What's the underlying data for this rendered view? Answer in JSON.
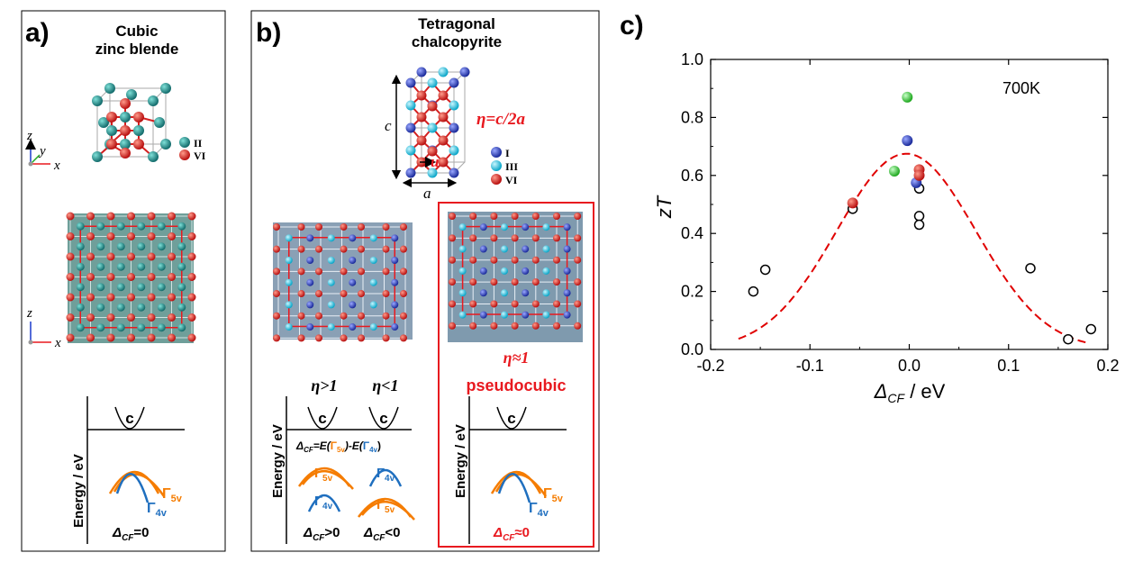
{
  "panels": {
    "a": {
      "label": "a)",
      "title_line1": "Cubic",
      "title_line2": "zinc blende",
      "legend": [
        "II",
        "VI"
      ],
      "axes_top": {
        "z": "z",
        "y": "y",
        "x": "x"
      },
      "axes_bottom": {
        "z": "z",
        "x": "x"
      },
      "energy_label": "Energy / eV",
      "cb_label": "c",
      "g5": "Γ",
      "g5_sub": "5v",
      "g4": "Γ",
      "g4_sub": "4v",
      "delta_text": "Δ",
      "delta_sub": "CF",
      "delta_rest": "=0"
    },
    "b": {
      "label": "b)",
      "title_line1": "Tetragonal",
      "title_line2": "chalcopyrite",
      "eta_def": "η=c/2a",
      "c_label": "c",
      "a_label": "a",
      "u_label": "u",
      "legend": [
        "I",
        "III",
        "VI"
      ],
      "eta_gt": "η>1",
      "eta_lt": "η<1",
      "eta_approx": "η≈1",
      "pseudocubic": "pseudocubic",
      "energy_label": "Energy / eV",
      "cb_label": "c",
      "delta_def_pre": "Δ",
      "delta_def_sub": "CF",
      "delta_def_mid": "=E(",
      "delta_def_g5": "Γ",
      "delta_def_g5_sub": "5v",
      "delta_def_between": ")-E(",
      "delta_def_g4": "Γ",
      "delta_def_g4_sub": "4v",
      "delta_def_end": ")",
      "g5": "Γ",
      "g5_sub": "5v",
      "g4": "Γ",
      "g4_sub": "4v",
      "delta_pos": ">0",
      "delta_neg": "<0",
      "delta_zero": "≈0",
      "delta_sym": "Δ",
      "delta_sub": "CF"
    },
    "c": {
      "label": "c)",
      "temperature": "700K"
    }
  },
  "colors": {
    "red": "#e8191f",
    "orange": "#f57c00",
    "blue": "#1f6fbf",
    "teal": "#2a8a8a",
    "dark_blue": "#2f3fb8",
    "cyan": "#19c8e6",
    "green": "#3fcf3f",
    "fit": "#e00000"
  },
  "chart_data": {
    "type": "scatter",
    "xlabel": "Δ",
    "xlabel_sub": "CF",
    "xlabel_unit": " / eV",
    "ylabel": "zT",
    "xlim": [
      -0.2,
      0.2
    ],
    "ylim": [
      0.0,
      1.0
    ],
    "xticks": [
      "-0.2",
      "-0.1",
      "0.0",
      "0.1",
      "0.2"
    ],
    "yticks": [
      "0.0",
      "0.2",
      "0.4",
      "0.6",
      "0.8",
      "1.0"
    ],
    "grid": false,
    "series": [
      {
        "marker": "open-black",
        "points": [
          [
            -0.157,
            0.2
          ],
          [
            -0.145,
            0.275
          ],
          [
            -0.057,
            0.485
          ],
          [
            0.01,
            0.555
          ],
          [
            0.01,
            0.46
          ],
          [
            0.01,
            0.43
          ],
          [
            0.122,
            0.28
          ],
          [
            0.16,
            0.035
          ],
          [
            0.183,
            0.07
          ]
        ]
      },
      {
        "marker": "green",
        "points": [
          [
            -0.002,
            0.87
          ],
          [
            -0.015,
            0.615
          ]
        ]
      },
      {
        "marker": "blue",
        "points": [
          [
            -0.002,
            0.72
          ],
          [
            0.007,
            0.575
          ]
        ]
      },
      {
        "marker": "red",
        "points": [
          [
            -0.057,
            0.505
          ],
          [
            0.01,
            0.62
          ],
          [
            0.01,
            0.6
          ]
        ]
      }
    ],
    "fit": {
      "style": "dashed",
      "peak_x": -0.003,
      "peak_y": 0.675,
      "sigma": 0.07,
      "x_range": [
        -0.172,
        0.182
      ]
    }
  }
}
